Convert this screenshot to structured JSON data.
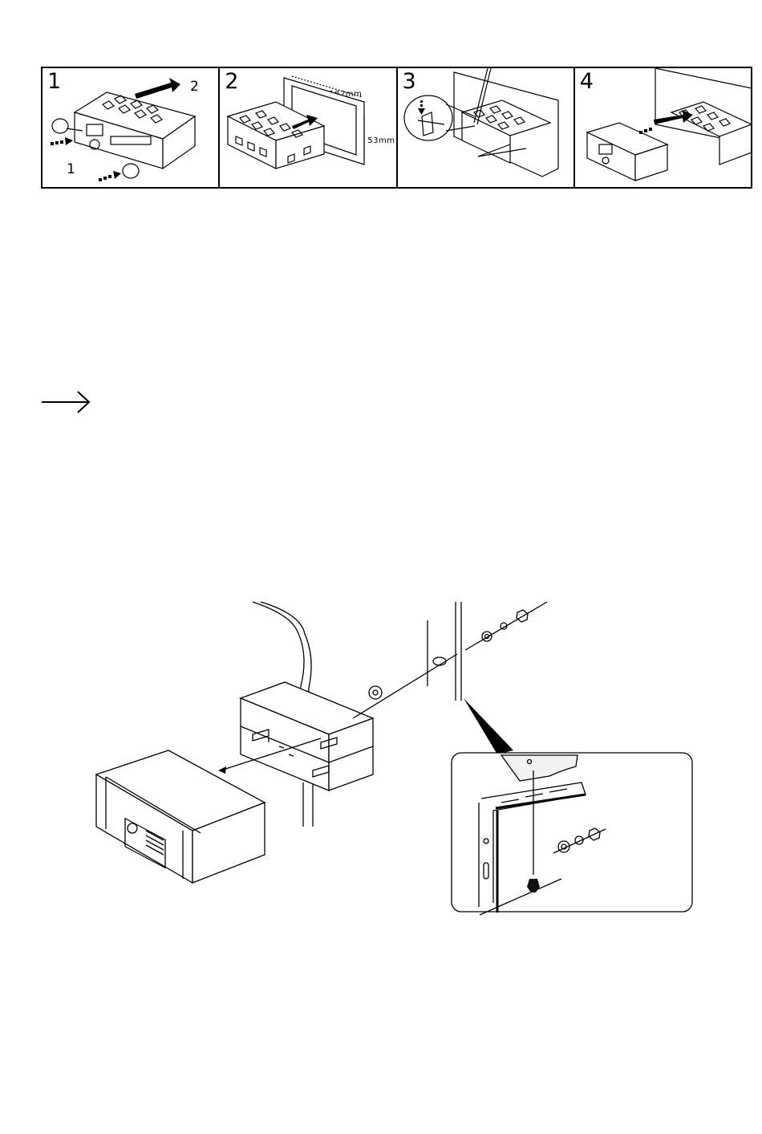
{
  "steps": [
    {
      "number": "1",
      "labels": {
        "push": "1",
        "pull": "2"
      }
    },
    {
      "number": "2",
      "dimensions": {
        "width": "182mm",
        "height": "53mm"
      }
    },
    {
      "number": "3"
    },
    {
      "number": "4"
    }
  ],
  "icons": {
    "arrow": "right-arrow-icon",
    "main_diagram": "car-radio-mounting-exploded-view"
  },
  "colors": {
    "line": "#000000",
    "background": "#ffffff",
    "fill": "#f2f2f2"
  }
}
